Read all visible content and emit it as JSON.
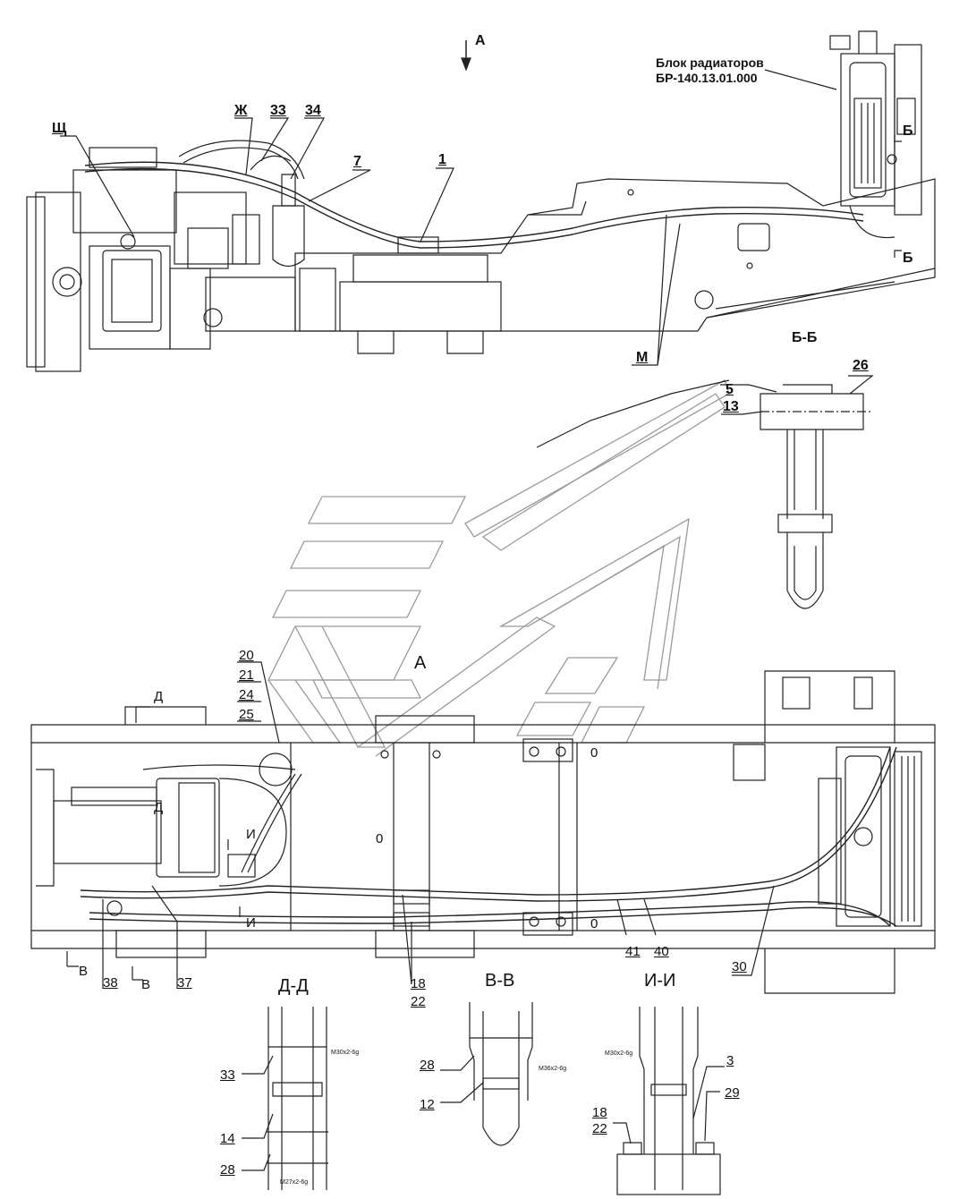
{
  "radiator_block": {
    "line1": "Блок радиаторов",
    "line2": "БР-140.13.01.000"
  },
  "view_arrow": "А",
  "view_label": "А",
  "top_callouts": [
    "Щ",
    "Ж",
    "33",
    "34",
    "7",
    "1",
    "Б",
    "Б",
    "М"
  ],
  "section_bb": {
    "title": "Б-Б",
    "callouts": [
      "5",
      "26",
      "13"
    ]
  },
  "bottom_callouts": [
    "20",
    "21",
    "24",
    "25",
    "Д",
    "Д",
    "И",
    "И",
    "18",
    "22",
    "41",
    "40",
    "30",
    "38",
    "37",
    "В",
    "В"
  ],
  "section_dd": {
    "title": "Д-Д",
    "callouts": [
      "33",
      "14",
      "28"
    ],
    "threads": [
      "M30x2-6g",
      "M27x2-6g"
    ]
  },
  "section_vv": {
    "title": "В-В",
    "callouts": [
      "28",
      "12"
    ],
    "threads": [
      "M36x2-6g"
    ]
  },
  "section_ii": {
    "title": "И-И",
    "callouts": [
      "3",
      "29",
      "18",
      "22"
    ],
    "threads": [
      "M30x2-6g"
    ]
  },
  "frame_marks": [
    "0",
    "0",
    "0"
  ]
}
